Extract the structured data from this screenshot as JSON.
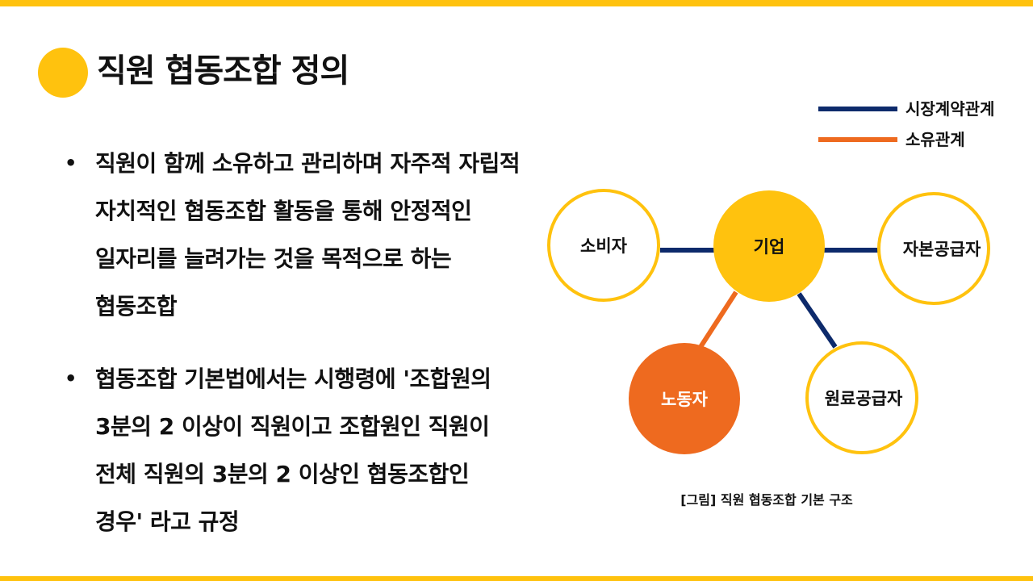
{
  "title": "직원 협동조합 정의",
  "bullets": [
    "직원이 함께 소유하고 관리하며 자주적 자립적 자치적인 협동조합 활동을 통해 안정적인 일자리를 늘려가는 것을 목적으로 하는 협동조합",
    "협동조합 기본법에서는 시행령에 '조합원의 3분의 2 이상이 직원이고 조합원인 직원이 전체 직원의 3분의 2 이상인 협동조합인 경우' 라고 규정"
  ],
  "bullet_marker": "•",
  "legend": [
    {
      "label": "시장계약관계",
      "color": "#0d2a6b"
    },
    {
      "label": "소유관계",
      "color": "#ee6a1f"
    }
  ],
  "nodes": {
    "consumer": "소비자",
    "company": "기업",
    "capital_supplier": "자본공급자",
    "worker": "노동자",
    "material_supplier": "원료공급자"
  },
  "caption": "[그림] 직원 협동조합 기본 구조",
  "colors": {
    "accent": "#ffc20e",
    "market_line": "#0d2a6b",
    "ownership_line": "#ee6a1f",
    "worker_fill": "#ee6a1f"
  }
}
